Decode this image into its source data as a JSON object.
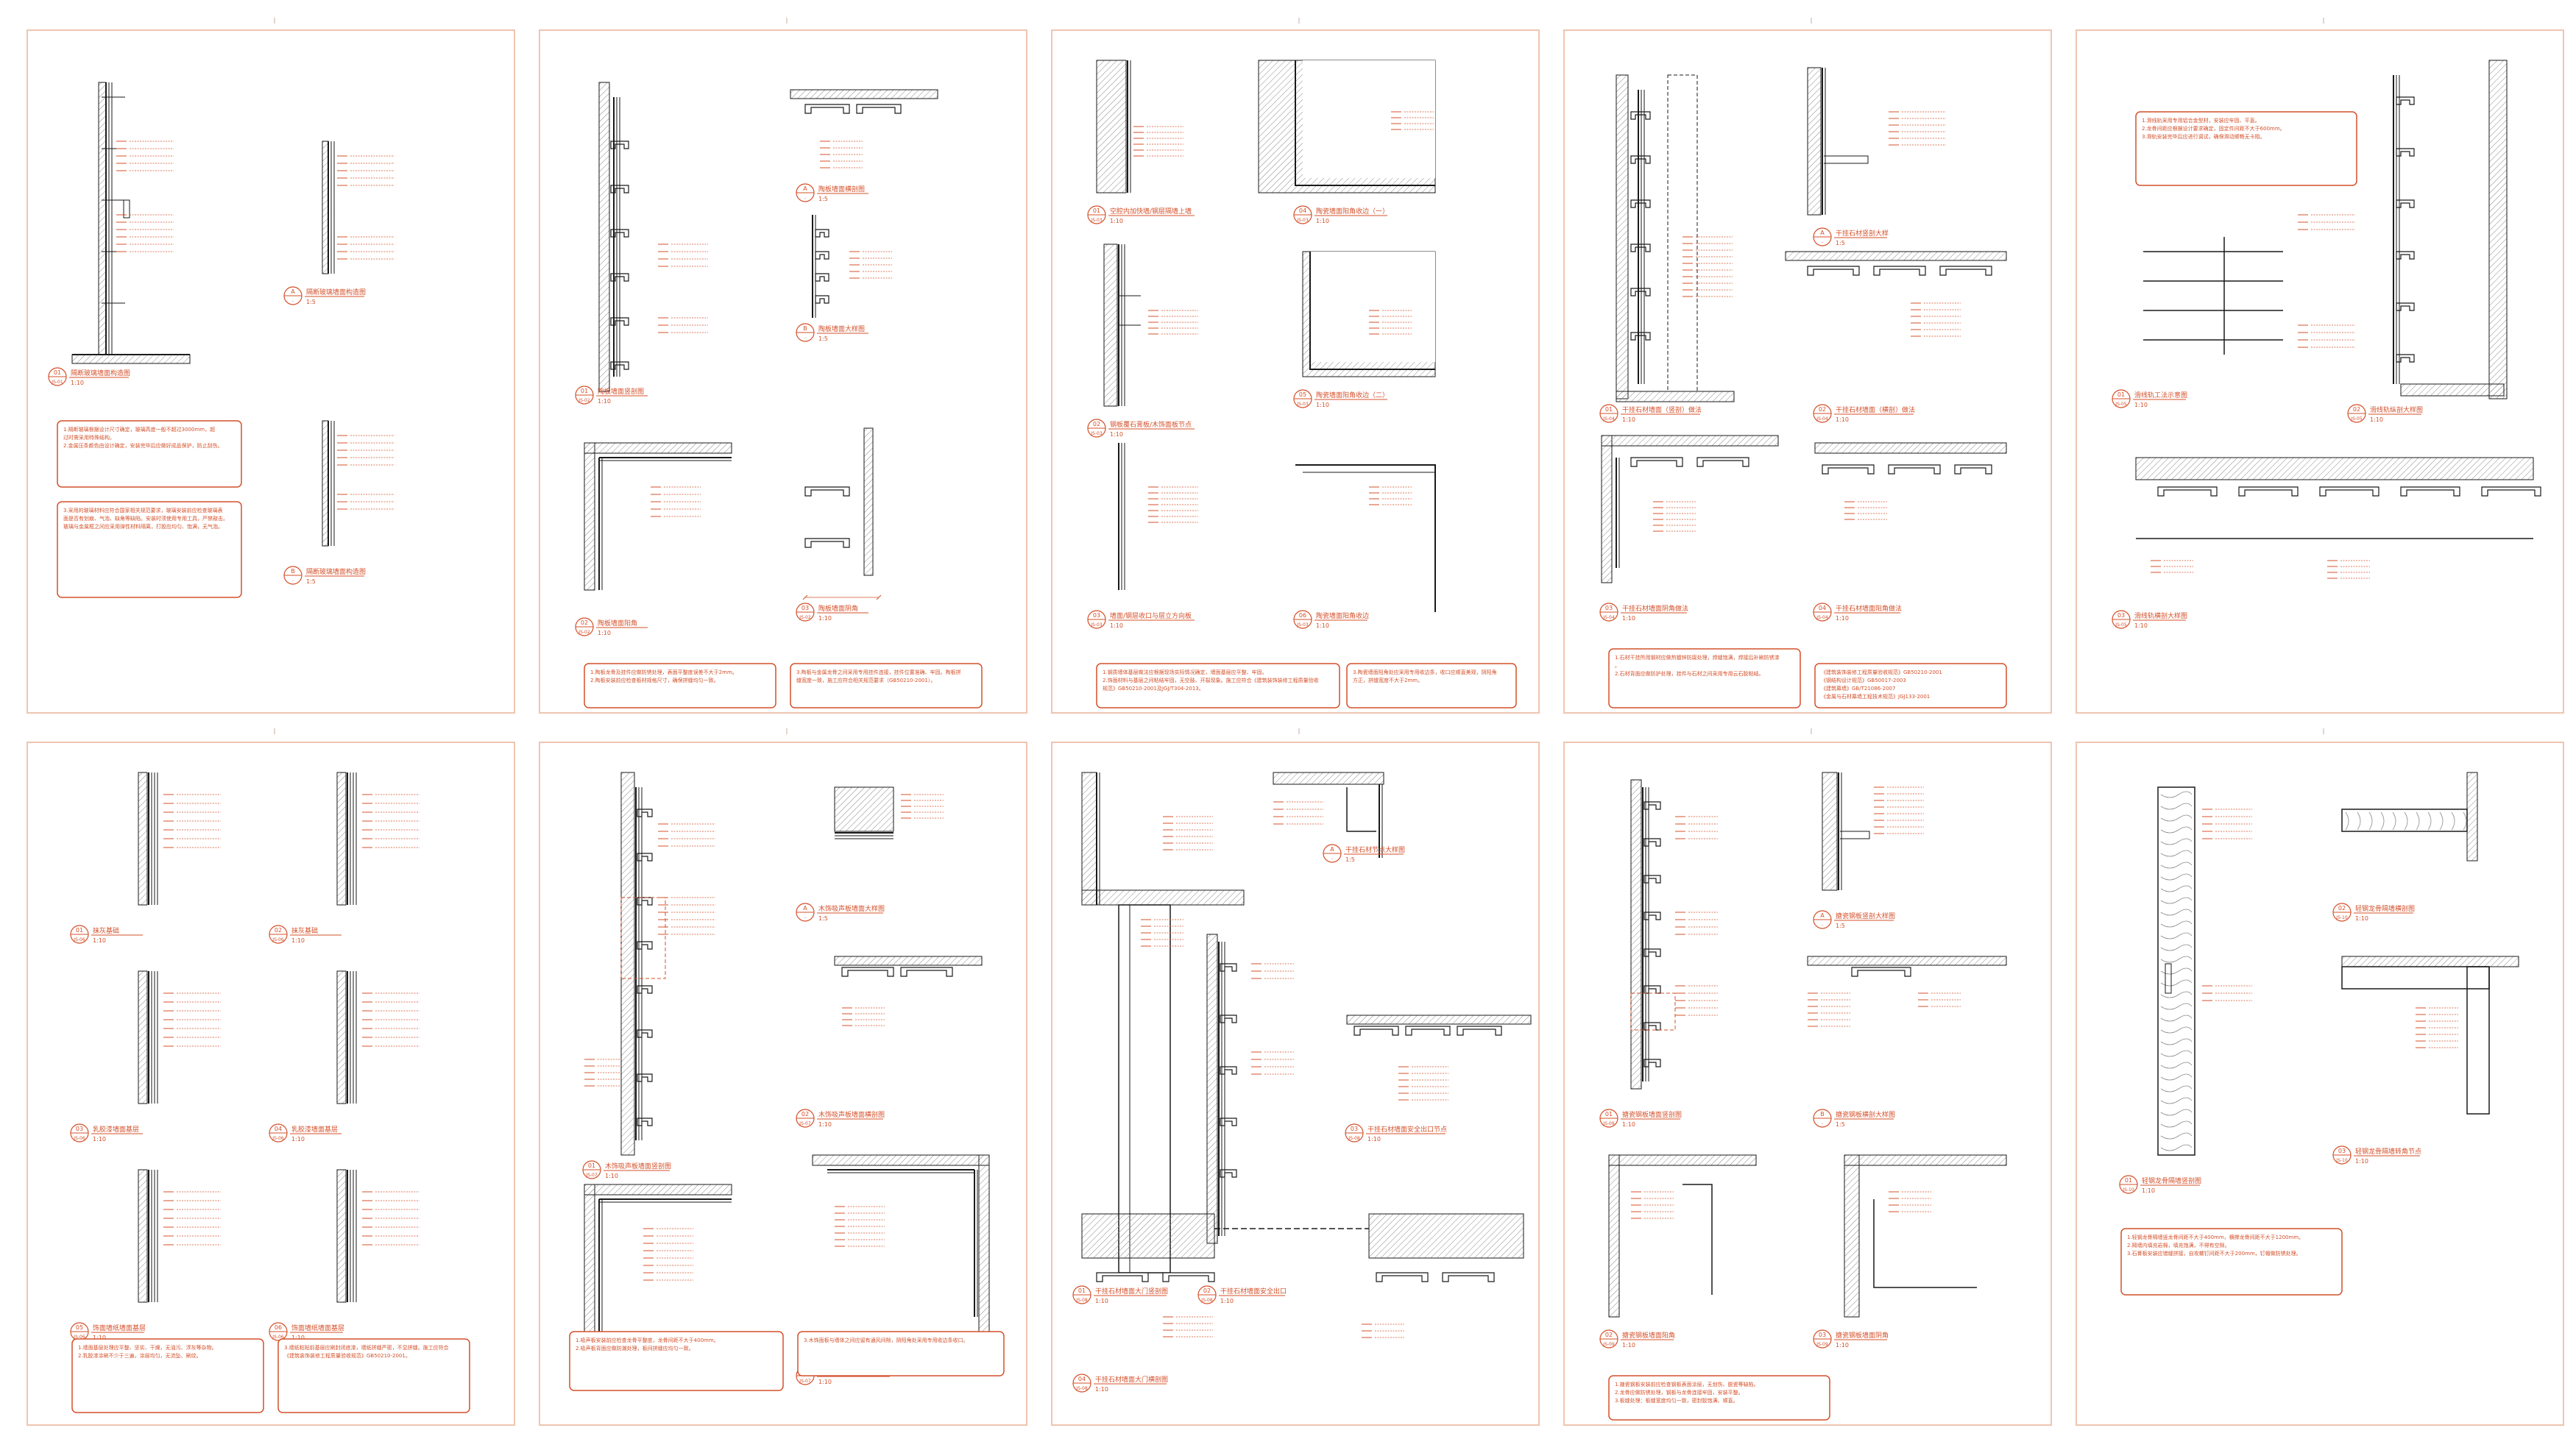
{
  "colors": {
    "accent": "#d4502a",
    "line": "#1a1a1a",
    "hatch": "#8a8a8a",
    "border": "#f0c4b2"
  },
  "sheets": [
    {
      "id": "sheet-1",
      "details": [
        {
          "num": "01",
          "ref": "JS-01",
          "title": "隔断玻璃墙面构造图",
          "scale": "1:10"
        },
        {
          "num": "A",
          "ref": "-",
          "title": "隔断玻璃墙面构造图",
          "scale": "1:5"
        },
        {
          "num": "B",
          "ref": "-",
          "title": "隔断玻璃墙面构造图",
          "scale": "1:5"
        }
      ],
      "notes": [
        "1.隔断玻璃根据设计尺寸确定，玻璃高度一般不超过3000mm，超过时需采用特殊结构。\n2.金属压条颜色由设计确定，安装完毕后应做好成品保护，防止刮伤。",
        "3.采用的玻璃材料应符合国家相关规范要求，玻璃安装前应检查玻璃表面是否有划痕、气泡、缺角等缺陷。安装时须使用专用工具，严禁敲击。玻璃与金属框之间应采用弹性材料隔离，打胶应均匀、饱满，无气泡。"
      ]
    },
    {
      "id": "sheet-2",
      "details": [
        {
          "num": "01",
          "ref": "JS-02",
          "title": "陶板墙面竖剖图",
          "scale": "1:10"
        },
        {
          "num": "A",
          "ref": "-",
          "title": "陶板墙面横剖图",
          "scale": "1:5"
        },
        {
          "num": "B",
          "ref": "-",
          "title": "陶板墙面大样图",
          "scale": "1:5"
        },
        {
          "num": "02",
          "ref": "JS-02",
          "title": "陶板墙面阳角",
          "scale": "1:10"
        },
        {
          "num": "03",
          "ref": "JS-02",
          "title": "陶板墙面阴角",
          "scale": "1:10"
        }
      ],
      "notes": [
        "1.陶板龙骨及挂件应做防锈处理，表面平整度误差不大于2mm。\n2.陶板安装前应检查板材规格尺寸，确保拼缝均匀一致。",
        "3.陶板与金属龙骨之间采用专用挂件连接，挂件位置准确、牢固。陶板拼缝宽度一致，施工应符合相关规范要求（GB50210-2001）。"
      ]
    },
    {
      "id": "sheet-3",
      "details": [
        {
          "num": "01",
          "ref": "JS-03",
          "title": "空腔内加快墙/钢层隔墙上墙",
          "scale": "1:10"
        },
        {
          "num": "02",
          "ref": "JS-03",
          "title": "钢板覆石膏板/木饰面板节点",
          "scale": "1:10"
        },
        {
          "num": "03",
          "ref": "JS-03",
          "title": "墙面/钢层收口与层立方向板",
          "scale": "1:10"
        },
        {
          "num": "04",
          "ref": "JS-03",
          "title": "陶瓷墙面阳角收边（一）",
          "scale": "1:10"
        },
        {
          "num": "05",
          "ref": "JS-03",
          "title": "陶瓷墙面阳角收边（二）",
          "scale": "1:10"
        },
        {
          "num": "06",
          "ref": "JS-03",
          "title": "陶瓷墙面阳角收边",
          "scale": "1:10"
        }
      ],
      "notes": [
        "1.钢质墙体基层做法应根据现场实际情况确定，墙面基层应平整、牢固。\n2.饰面材料与基层之间粘结牢固，无空鼓、开裂现象。施工应符合《建筑装饰装修工程质量验收规范》GB50210-2001及JGJ/T304-2013。",
        "3.陶瓷墙面阳角处应采用专用收边条，收口应顺直美观，阴阳角方正，拼缝宽度不大于2mm。"
      ]
    },
    {
      "id": "sheet-4",
      "details": [
        {
          "num": "01",
          "ref": "JS-04",
          "title": "干挂石材墙面（竖剖）做法",
          "scale": "1:10"
        },
        {
          "num": "A",
          "ref": "-",
          "title": "干挂石材竖剖大样",
          "scale": "1:5"
        },
        {
          "num": "02",
          "ref": "JS-04",
          "title": "干挂石材墙面（横剖）做法",
          "scale": "1:10"
        },
        {
          "num": "03",
          "ref": "JS-04",
          "title": "干挂石材墙面阴角做法",
          "scale": "1:10"
        },
        {
          "num": "04",
          "ref": "JS-04",
          "title": "干挂石材墙面阳角做法",
          "scale": "1:10"
        }
      ],
      "notes": [
        "1.石材干挂所用钢材应做热镀锌防腐处理，焊缝饱满，焊接后补刷防锈漆。\n2.石材背面应做防护处理，挂件与石材之间采用专用云石胶粘结。",
        "《建筑装饰装修工程质量验收规范》GB50210-2001\n《钢结构设计规范》GB50017-2003\n《建筑幕墙》GB/T21086-2007\n《金属与石材幕墙工程技术规范》JGJ133-2001"
      ]
    },
    {
      "id": "sheet-5",
      "details": [
        {
          "num": "01",
          "ref": "JS-05",
          "title": "滑线轨工法示意图",
          "scale": "1:10"
        },
        {
          "num": "02",
          "ref": "JS-05",
          "title": "滑线轨纵剖大样图",
          "scale": "1:10"
        },
        {
          "num": "03",
          "ref": "JS-05",
          "title": "滑线轨横剖大样图",
          "scale": "1:10"
        }
      ],
      "notes": [
        "1.滑线轨采用专用铝合金型材，安装应牢固、平直。\n2.龙骨间距应根据设计要求确定，固定件间距不大于600mm。\n3.滑轨安装完毕后应进行调试，确保滑动顺畅无卡阻。"
      ]
    },
    {
      "id": "sheet-6",
      "details": [
        {
          "num": "01",
          "ref": "JS-06",
          "title": "抹灰基础",
          "scale": "1:10"
        },
        {
          "num": "02",
          "ref": "JS-06",
          "title": "抹灰基础",
          "scale": "1:10"
        },
        {
          "num": "03",
          "ref": "JS-06",
          "title": "乳胶漆墙面基层",
          "scale": "1:10"
        },
        {
          "num": "04",
          "ref": "JS-06",
          "title": "乳胶漆墙面基层",
          "scale": "1:10"
        },
        {
          "num": "05",
          "ref": "JS-06",
          "title": "饰面墙纸墙面基层",
          "scale": "1:10"
        },
        {
          "num": "06",
          "ref": "JS-06",
          "title": "饰面墙纸墙面基层",
          "scale": "1:10"
        }
      ],
      "notes": [
        "1.墙面基层处理应平整、坚实、干燥，无油污、浮灰等杂物。\n2.乳胶漆涂刷不少于三遍，涂层均匀，无流坠、刷纹。",
        "3.墙纸粘贴前基层应刷封闭底漆，墙纸拼缝严密，不显拼缝。施工应符合《建筑装饰装修工程质量验收规范》GB50210-2001。"
      ]
    },
    {
      "id": "sheet-7",
      "details": [
        {
          "num": "01",
          "ref": "JS-07",
          "title": "木饰吸声板墙面竖剖图",
          "scale": "1:10"
        },
        {
          "num": "A",
          "ref": "-",
          "title": "木饰吸声板墙面大样图",
          "scale": "1:5"
        },
        {
          "num": "02",
          "ref": "JS-07",
          "title": "木饰吸声板墙面横剖图",
          "scale": "1:10"
        },
        {
          "num": "03",
          "ref": "JS-07",
          "title": "木饰吸声板墙面阳角做法",
          "scale": "1:10"
        },
        {
          "num": "04",
          "ref": "JS-07",
          "title": "木饰吸声板墙面阴角做法",
          "scale": "1:10"
        }
      ],
      "notes": [
        "1.吸声板安装前应检查龙骨平整度，龙骨间距不大于400mm。\n2.吸声板背面应做防潮处理，板间拼缝应均匀一致。",
        "3.木饰面板与墙体之间应留有通风间隙，阴阳角处采用专用收边条收口。"
      ]
    },
    {
      "id": "sheet-8",
      "details": [
        {
          "num": "01",
          "ref": "JS-08",
          "title": "干挂石材墙面大门竖剖图",
          "scale": "1:10"
        },
        {
          "num": "02",
          "ref": "JS-08",
          "title": "干挂石材墙面安全出口",
          "scale": "1:10"
        },
        {
          "num": "03",
          "ref": "JS-08",
          "title": "干挂石材墙面安全出口节点",
          "scale": "1:10"
        },
        {
          "num": "A",
          "ref": "-",
          "title": "干挂石材节点大样图",
          "scale": "1:5"
        },
        {
          "num": "04",
          "ref": "JS-08",
          "title": "干挂石材墙面大门横剖图",
          "scale": "1:10"
        }
      ],
      "notes": []
    },
    {
      "id": "sheet-9",
      "details": [
        {
          "num": "01",
          "ref": "JS-09",
          "title": "搪瓷钢板墙面竖剖图",
          "scale": "1:10"
        },
        {
          "num": "A",
          "ref": "-",
          "title": "搪瓷钢板竖剖大样图",
          "scale": "1:5"
        },
        {
          "num": "B",
          "ref": "-",
          "title": "搪瓷钢板横剖大样图",
          "scale": "1:5"
        },
        {
          "num": "02",
          "ref": "JS-09",
          "title": "搪瓷钢板墙面阳角",
          "scale": "1:10"
        },
        {
          "num": "03",
          "ref": "JS-09",
          "title": "搪瓷钢板墙面阴角",
          "scale": "1:10"
        }
      ],
      "notes": [
        "1.搪瓷钢板安装前应检查钢板表面涂层，无划伤、脱瓷等缺陷。\n2.龙骨应做防锈处理，钢板与龙骨连接牢固，安装平整。\n3.板缝处理：板缝宽度均匀一致，密封胶饱满、顺直。"
      ]
    },
    {
      "id": "sheet-10",
      "details": [
        {
          "num": "01",
          "ref": "JS-10",
          "title": "轻钢龙骨隔墙竖剖图",
          "scale": "1:10"
        },
        {
          "num": "02",
          "ref": "JS-10",
          "title": "轻钢龙骨隔墙横剖图",
          "scale": "1:10"
        },
        {
          "num": "03",
          "ref": "JS-10",
          "title": "轻钢龙骨隔墙转角节点",
          "scale": "1:10"
        }
      ],
      "notes": [
        "1.轻钢龙骨隔墙竖龙骨间距不大于400mm，横撑龙骨间距不大于1200mm。\n2.隔墙内填充岩棉，填充饱满，不得有空隙。\n3.石膏板安装应错缝拼接，自攻螺钉间距不大于200mm，钉帽做防锈处理。"
      ]
    }
  ]
}
